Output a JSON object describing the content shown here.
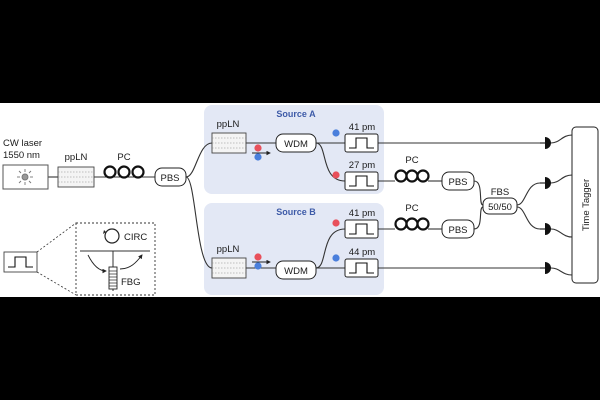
{
  "diagram": {
    "labels": {
      "cw_laser_line1": "CW laser",
      "cw_laser_line2": "1550 nm",
      "ppln_main": "ppLN",
      "pc_main": "PC",
      "pbs_main": "PBS",
      "source_a": "Source A",
      "source_b": "Source B",
      "ppln_a": "ppLN",
      "ppln_b": "ppLN",
      "wdm_a": "WDM",
      "wdm_b": "WDM",
      "filter_a_top": "41 pm",
      "filter_a_bottom": "27 pm",
      "filter_b_top": "41 pm",
      "filter_b_bottom": "44 pm",
      "pc_a": "PC",
      "pc_b": "PC",
      "pbs_a": "PBS",
      "pbs_b": "PBS",
      "fbs_line1": "FBS",
      "fbs_line2": "50/50",
      "time_tagger": "Time Tagger",
      "circ": "CIRC",
      "fbg": "FBG"
    },
    "colors": {
      "source_panel": "#e3e8f5",
      "source_title": "#3e5ba8",
      "photon_red": "#e8505b",
      "photon_blue": "#4a7fdc",
      "fiber": "#333333"
    },
    "icons": [
      "laser-icon",
      "crystal-icon",
      "polarization-controller-icon",
      "filter-icon",
      "detector-icon",
      "circulator-icon",
      "fiber-bragg-grating-icon",
      "photon-icon"
    ]
  }
}
